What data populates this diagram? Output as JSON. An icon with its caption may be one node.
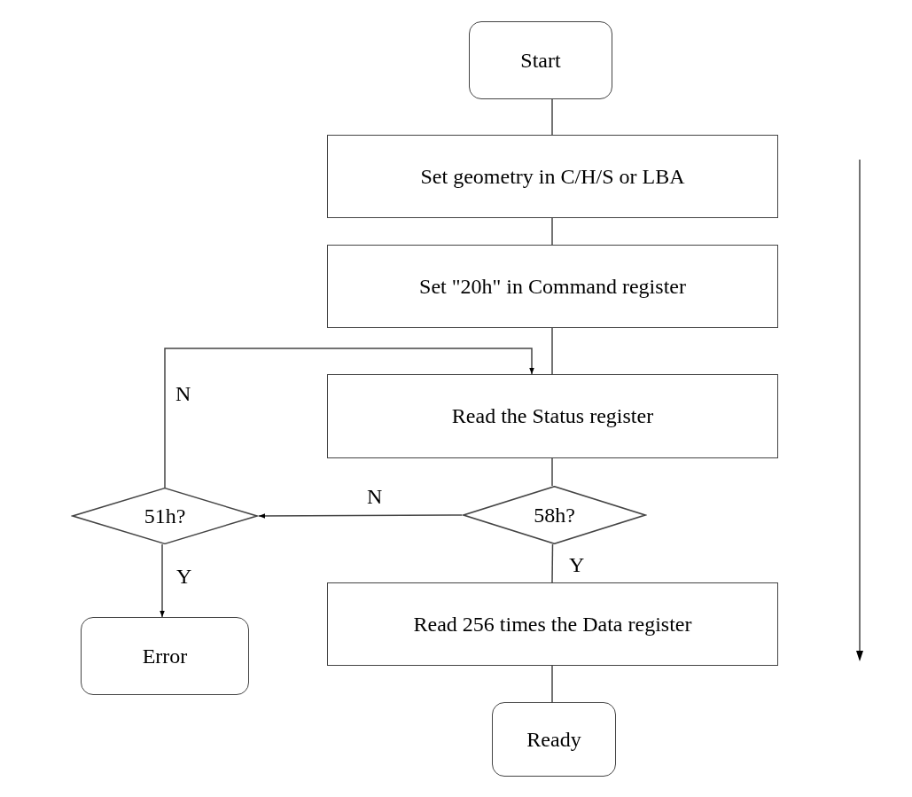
{
  "diagram": {
    "nodes": [
      {
        "text": [
          "Start"
        ]
      },
      {
        "text": [
          "Set geometry in C/H/S or LBA"
        ]
      },
      {
        "text": [
          "Set \"20h\" in Command register"
        ]
      },
      {
        "text": [
          "Read the Status register"
        ]
      },
      {
        "text": [
          "51h?"
        ]
      },
      {
        "text": [
          "58h?"
        ]
      },
      {
        "text": [
          "Read 256 times the Data register"
        ]
      },
      {
        "text": [
          "Error"
        ]
      },
      {
        "text": [
          "Ready"
        ]
      }
    ],
    "edges": [
      {
        "from": 0,
        "to": 1,
        "arrow": "none"
      },
      {
        "from": 1,
        "to": 2,
        "arrow": "none"
      },
      {
        "from": 2,
        "to": 3,
        "arrow": "none"
      },
      {
        "from": 3,
        "to": 5,
        "arrow": "none"
      },
      {
        "from": 5,
        "to": 4,
        "arrow": "to",
        "label": "N"
      },
      {
        "from": 4,
        "to": 3,
        "arrow": "to",
        "label": "N"
      },
      {
        "from": 4,
        "to": 7,
        "arrow": "to",
        "label": "Y"
      },
      {
        "from": 5,
        "to": 6,
        "arrow": "none",
        "label": "Y"
      },
      {
        "from": 6,
        "to": 8,
        "arrow": "none"
      }
    ]
  }
}
